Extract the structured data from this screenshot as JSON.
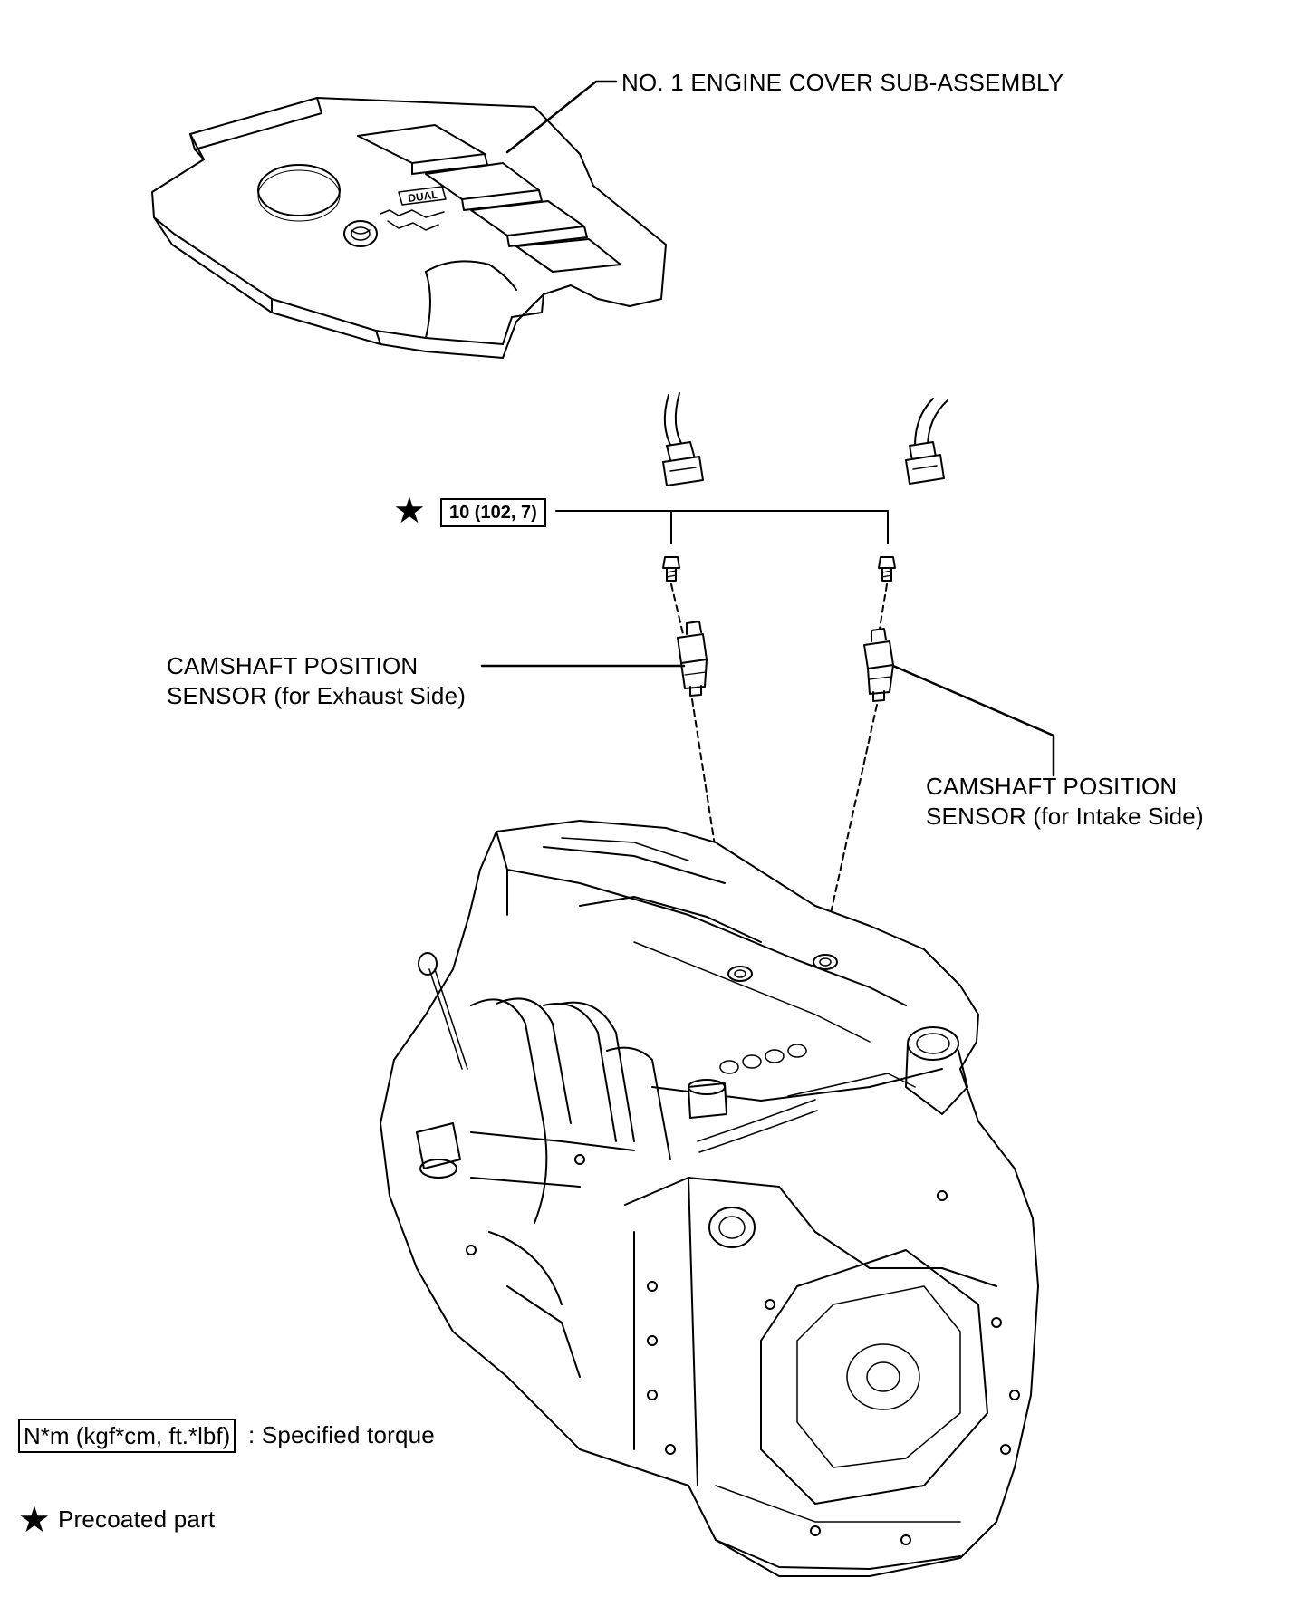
{
  "callouts": {
    "engine_cover": "NO. 1 ENGINE COVER SUB-ASSEMBLY",
    "sensor_exhaust_line1": "CAMSHAFT POSITION",
    "sensor_exhaust_line2": "SENSOR (for Exhaust Side)",
    "sensor_intake_line1": "CAMSHAFT POSITION",
    "sensor_intake_line2": "SENSOR (for Intake Side)"
  },
  "torque_spec": {
    "value": "10 (102, 7)",
    "precoat_icon": "star-icon"
  },
  "cover_emblem": {
    "text": "DUAL"
  },
  "legend": {
    "torque_units": "N*m (kgf*cm, ft.*lbf)",
    "torque_desc": ": Specified torque",
    "precoat_desc": "Precoated part",
    "precoat_icon": "star-icon"
  }
}
